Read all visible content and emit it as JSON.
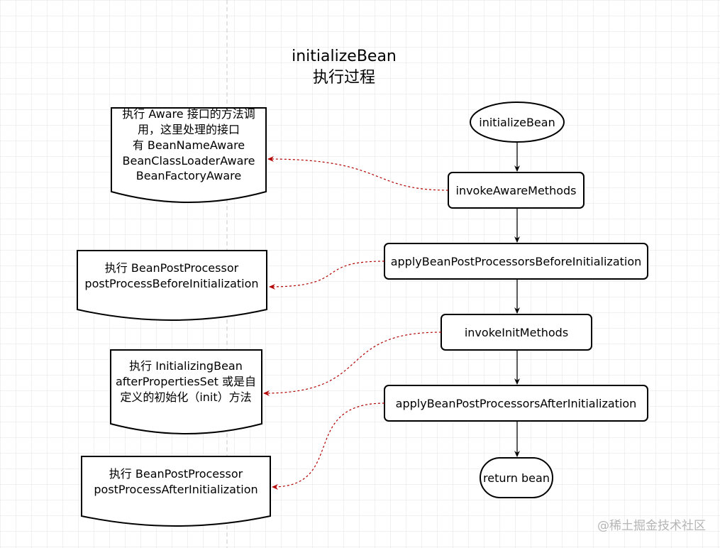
{
  "title": {
    "line1": "initializeBean",
    "line2": "执行过程"
  },
  "nodes": {
    "start": "initializeBean",
    "invoke_aware": "invokeAwareMethods",
    "apply_before": "applyBeanPostProcessorsBeforeInitialization",
    "invoke_init": "invokeInitMethods",
    "apply_after": "applyBeanPostProcessorsAfterInitialization",
    "end": "return bean"
  },
  "notes": {
    "aware": [
      "执行 Aware 接口的方法调",
      "用，这里处理的接口",
      "有 BeanNameAware",
      "BeanClassLoaderAware",
      "BeanFactoryAware"
    ],
    "before": [
      "执行 BeanPostProcessor",
      "postProcessBeforeInitialization"
    ],
    "init": [
      "执行 InitializingBean",
      "afterPropertiesSet 或是自",
      "定义的初始化（init）方法"
    ],
    "after": [
      "执行 BeanPostProcessor",
      "postProcessAfterInitialization"
    ]
  },
  "watermark": "@稀土掘金技术社区",
  "colors": {
    "grid": "#e3e3e3",
    "guide": "#c9c9c9",
    "dashed_connector": "#b20000",
    "stroke": "#000000"
  }
}
